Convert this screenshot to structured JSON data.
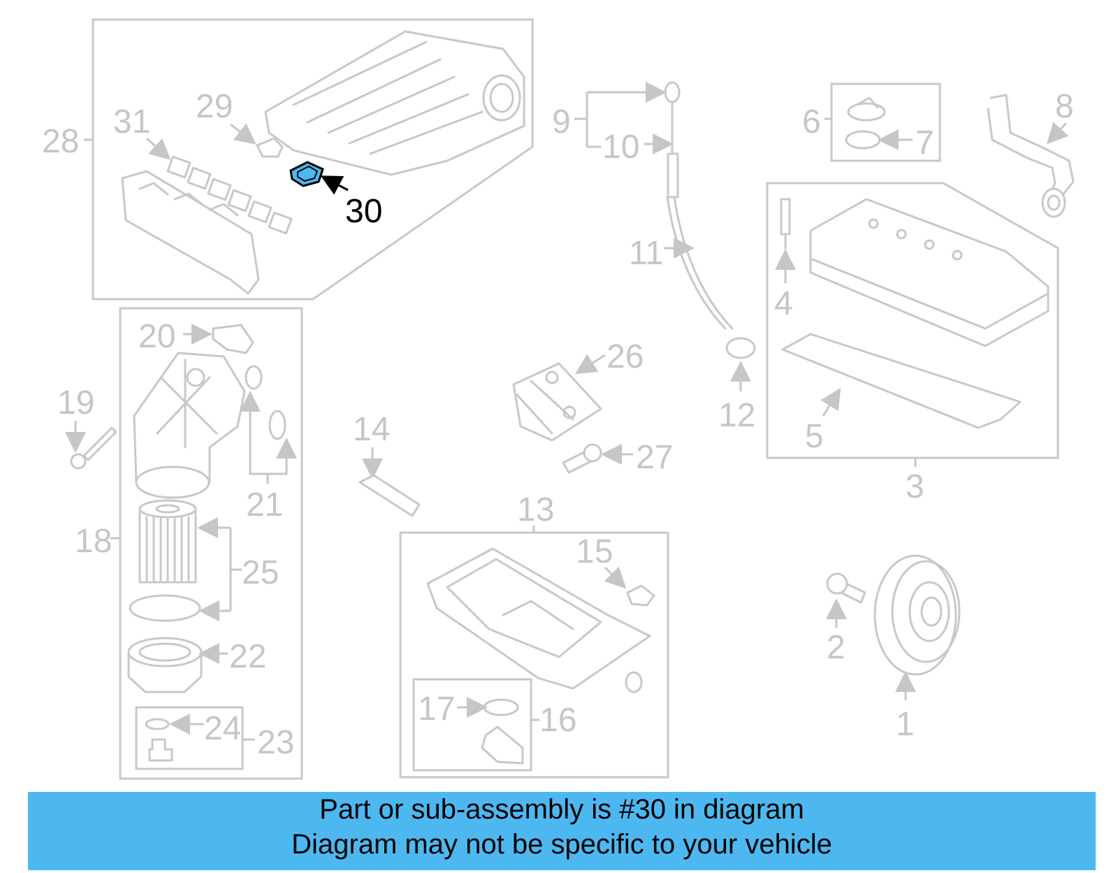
{
  "highlight_color": "#4db8f0",
  "labels": {
    "l1": "1",
    "l2": "2",
    "l3": "3",
    "l4": "4",
    "l5": "5",
    "l6": "6",
    "l7": "7",
    "l8": "8",
    "l9": "9",
    "l10": "10",
    "l11": "11",
    "l12": "12",
    "l13": "13",
    "l14": "14",
    "l15": "15",
    "l16": "16",
    "l17": "17",
    "l18": "18",
    "l19": "19",
    "l20": "20",
    "l21": "21",
    "l22": "22",
    "l23": "23",
    "l24": "24",
    "l25": "25",
    "l26": "26",
    "l27": "27",
    "l28": "28",
    "l29": "29",
    "l30": "30",
    "l31": "31"
  },
  "caption": {
    "line1": "Part or sub-assembly is #30 in diagram",
    "line2": "Diagram may not be specific to your vehicle"
  }
}
